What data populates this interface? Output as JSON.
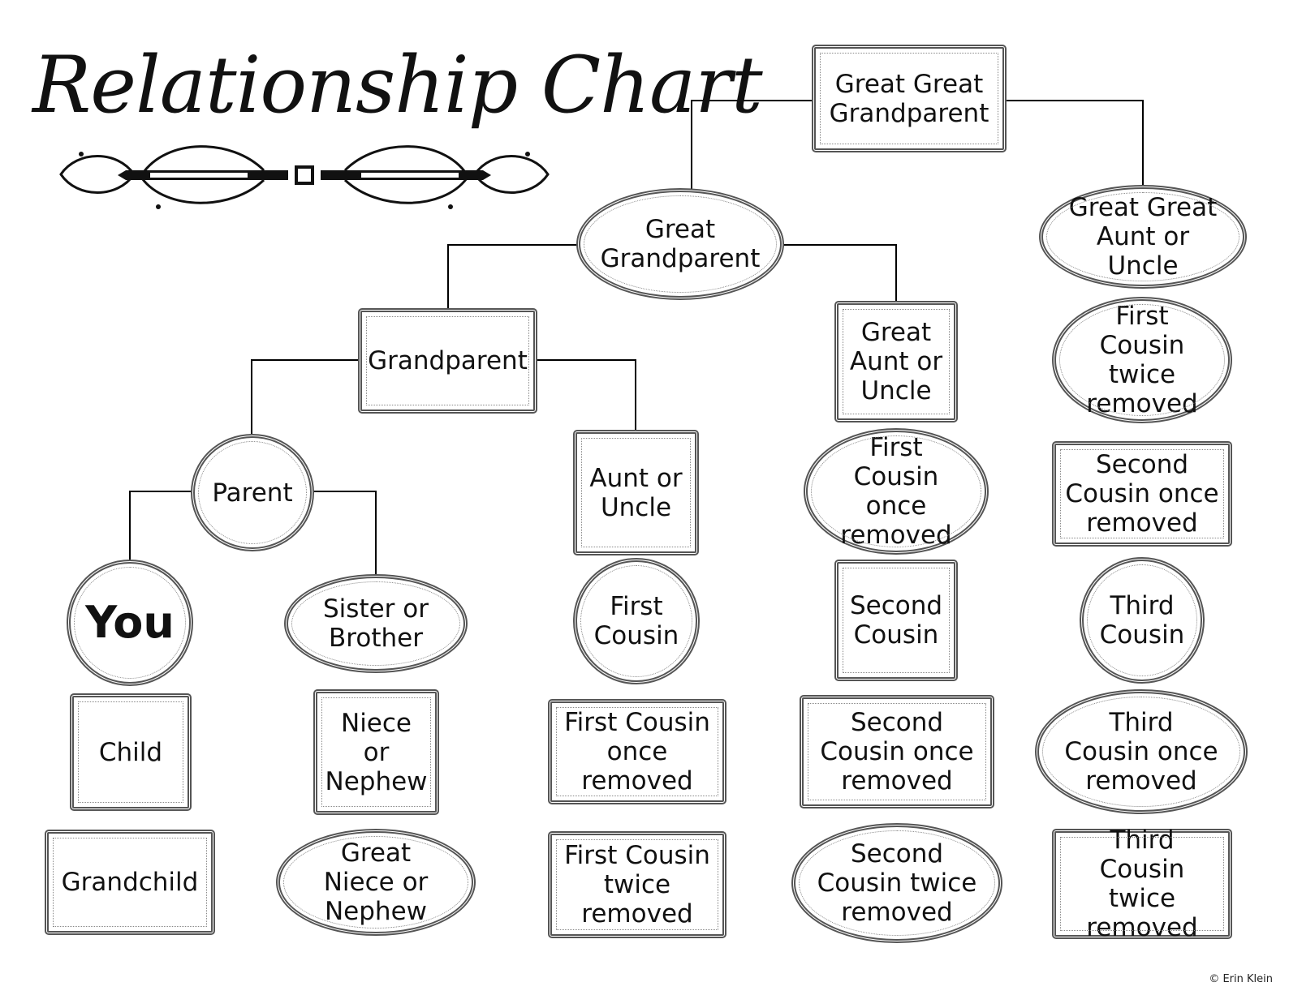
{
  "title": "Relationship Chart",
  "copyright": "© Erin Klein",
  "nodes": {
    "ggp": "Great Great Grandparent",
    "ggau": "Great Great Aunt or Uncle",
    "gp1": "Great Grandparent",
    "gau": "Great Aunt or Uncle",
    "gp": "Grandparent",
    "parent": "Parent",
    "au": "Aunt or Uncle",
    "you": "You",
    "sib": "Sister or Brother",
    "child": "Child",
    "niece": "Niece or Nephew",
    "grandchild": "Grandchild",
    "gniece": "Great Niece or Nephew",
    "fc": "First Cousin",
    "fc1_c3": "First Cousin once removed",
    "fc2_c3": "First Cousin twice removed",
    "fc1_c4": "First Cousin once removed",
    "sc_c4": "Second Cousin",
    "sc1_c4": "Second Cousin once removed",
    "sc2_c4": "Second Cousin twice removed",
    "fc2_c5": "First Cousin twice removed",
    "sc1_c5": "Second Cousin once removed",
    "tc": "Third Cousin",
    "tc1": "Third Cousin once removed",
    "tc2": "Third Cousin twice removed"
  }
}
